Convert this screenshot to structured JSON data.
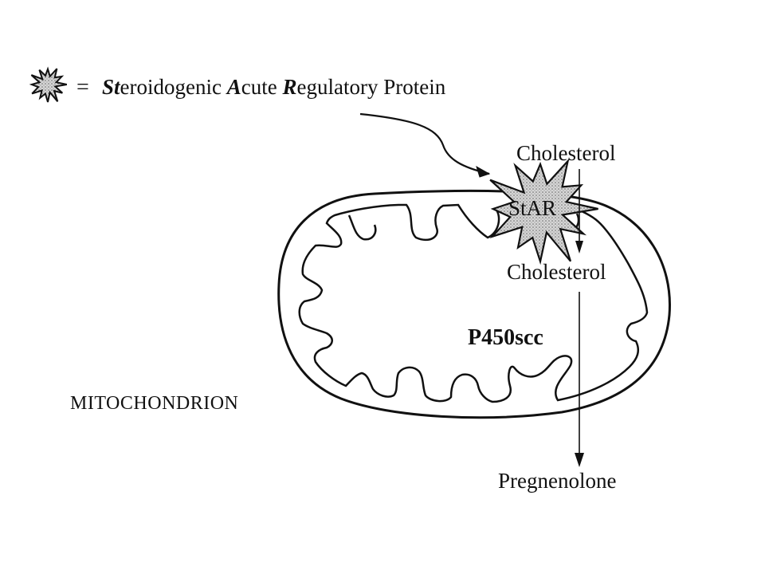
{
  "legend": {
    "equals": "=",
    "segments": [
      {
        "text": "St",
        "italic": true
      },
      {
        "text": "eroidogenic ",
        "italic": false
      },
      {
        "text": "A",
        "italic": true
      },
      {
        "text": "cute ",
        "italic": false
      },
      {
        "text": "R",
        "italic": true
      },
      {
        "text": "egulatory Protein",
        "italic": false
      }
    ]
  },
  "labels": {
    "cholesterol_outer": "Cholesterol",
    "star": "StAR",
    "cholesterol_inner": "Cholesterol",
    "enzyme": "P450scc",
    "product": "Pregnenolone",
    "organelle": "MITOCHONDRION"
  },
  "icons": {
    "legend_star": "star-burst-icon",
    "star_protein": "star-burst-icon"
  },
  "colors": {
    "ink": "#111111",
    "star_fill": "#bdbdbd",
    "background": "#ffffff"
  }
}
